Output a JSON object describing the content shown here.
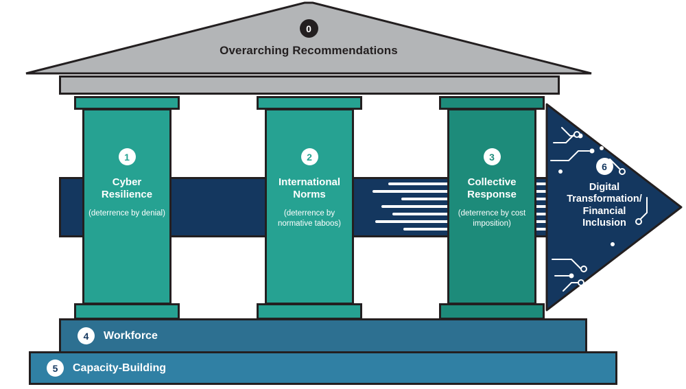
{
  "pediment": {
    "number": "0",
    "title": "Overarching Recommendations"
  },
  "pillars": [
    {
      "number": "1",
      "title": "Cyber Resilience",
      "subtitle": "(deterrence by denial)"
    },
    {
      "number": "2",
      "title": "International Norms",
      "subtitle": "(deterrence by normative taboos)"
    },
    {
      "number": "3",
      "title": "Collective Response",
      "subtitle": "(deterrence by cost imposition)"
    }
  ],
  "arrow": {
    "number": "6",
    "label": "Digital Transformation/ Financial Inclusion"
  },
  "steps": [
    {
      "number": "4",
      "label": "Workforce"
    },
    {
      "number": "5",
      "label": "Capacity-Building"
    }
  ],
  "colors": {
    "outline": "#231f20",
    "stone_gray": "#b3b5b7",
    "pillar_teal": "#26a292",
    "pillar_teal_dark": "#1d8b7a",
    "navy": "#14375f",
    "step_blue": "#2d7091",
    "step_blue_light": "#3080a4",
    "text_on_color": "#ffffff"
  }
}
